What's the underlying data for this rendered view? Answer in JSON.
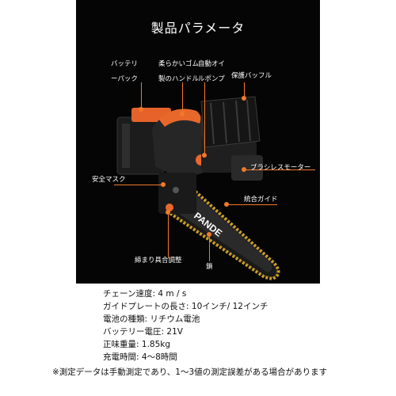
{
  "panel": {
    "title": "製品パラメータ",
    "labels": {
      "battery_1": "バッテリ",
      "battery_2": "ーパック",
      "handle_1": "柔らかいゴム",
      "handle_2": "製のハンドル",
      "oilpump_1": "自動オイ",
      "oilpump_2": "ルポンプ",
      "baffle": "保護バッフル",
      "brushless": "ブラシレスモーター",
      "safety": "安全マスク",
      "guide": "統合ガイド",
      "tension": "締まり具合調整",
      "chain": "鎖"
    },
    "bar_logo": "PANDE"
  },
  "specs": [
    {
      "label": "チェーン速度:",
      "value": "4 m / s"
    },
    {
      "label": "ガイドプレートの長さ:",
      "value": "10インチ/ 12インチ"
    },
    {
      "label": "電池の種類:",
      "value": "リチウム電池"
    },
    {
      "label": "バッテリー電圧:",
      "value": "21V"
    },
    {
      "label": "正味重量:",
      "value": "1.85kg"
    },
    {
      "label": "充電時間:",
      "value": "4～8時間"
    }
  ],
  "note": "※測定データは手動測定であり、1～3値の測定誤差がある場合があります",
  "colors": {
    "accent": "#f07a2a",
    "panel_bg": "#050505"
  }
}
